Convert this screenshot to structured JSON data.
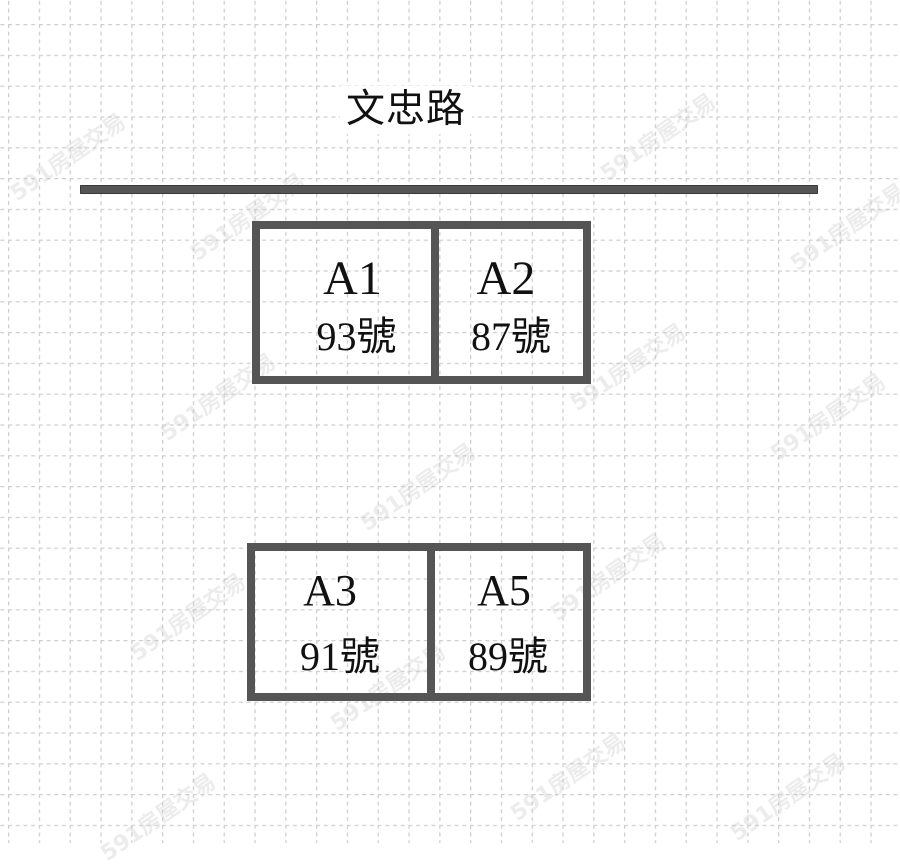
{
  "road": {
    "name": "文忠路"
  },
  "units": {
    "top": [
      {
        "code": "A1",
        "number": "93號"
      },
      {
        "code": "A2",
        "number": "87號"
      }
    ],
    "bottom": [
      {
        "code": "A3",
        "number": "91號"
      },
      {
        "code": "A5",
        "number": "89號"
      }
    ]
  },
  "watermark": {
    "text": "591房屋交易"
  },
  "colors": {
    "grid_line": "#cfcfcf",
    "border": "#555555",
    "text": "#111111",
    "background": "#ffffff"
  }
}
